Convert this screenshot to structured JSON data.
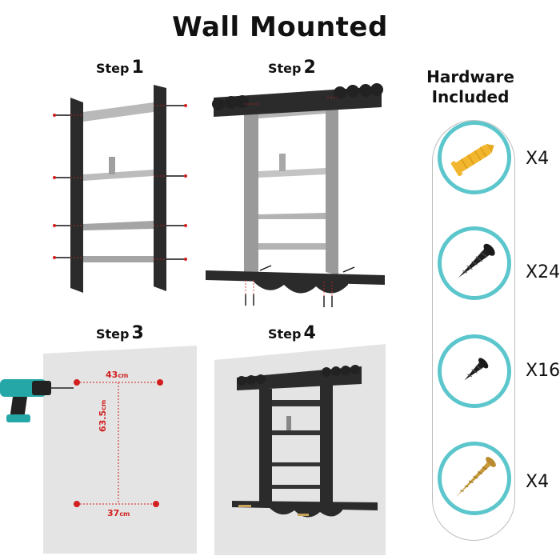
{
  "title": "Wall Mounted",
  "steps": [
    {
      "label": "Step",
      "number": "1"
    },
    {
      "label": "Step",
      "number": "2"
    },
    {
      "label": "Step",
      "number": "3"
    },
    {
      "label": "Step",
      "number": "4"
    }
  ],
  "dimensions": {
    "top": {
      "value": "43",
      "unit": "cm"
    },
    "side": {
      "value": "63.5",
      "unit": "cm"
    },
    "bottom": {
      "value": "37",
      "unit": "cm"
    }
  },
  "hardware": {
    "title_line1": "Hardware",
    "title_line2": "Included",
    "items": [
      {
        "icon": "wall-anchor-icon",
        "qty": "X4"
      },
      {
        "icon": "long-screw-icon",
        "qty": "X24"
      },
      {
        "icon": "short-screw-icon",
        "qty": "X16"
      },
      {
        "icon": "gold-screw-icon",
        "qty": "X4"
      }
    ]
  },
  "colors": {
    "accent_ring": "#5bc6cc",
    "marker_red": "#d21f1f",
    "frame_dark": "#2b2b2b",
    "shelf_gray": "#a9a9a9",
    "wall_gray": "#e4e4e4"
  }
}
